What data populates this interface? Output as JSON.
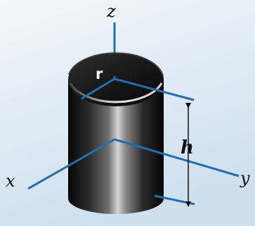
{
  "labels": {
    "z_axis": "z",
    "y_axis": "y",
    "x_axis": "x",
    "radius": "r",
    "height": "h"
  },
  "colors": {
    "background_top": "#f2f7fb",
    "background_bottom": "#cfdfee",
    "axis": "#1f6fb0",
    "cylinder_dark": "#0a0a0a",
    "cylinder_highlight": "#d9d9d9",
    "top_face": "#1a1a1a",
    "dimension_line": "#111111"
  }
}
